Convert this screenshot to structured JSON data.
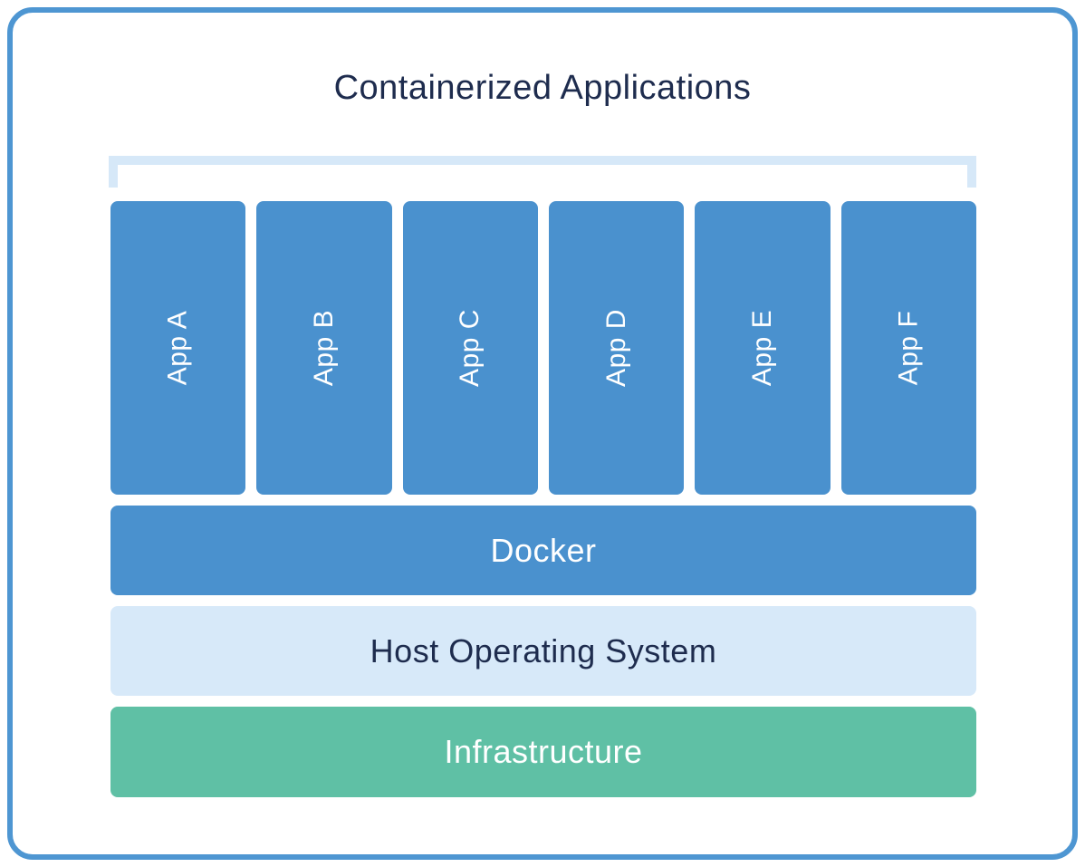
{
  "title": "Containerized Applications",
  "apps": [
    {
      "label": "App A"
    },
    {
      "label": "App B"
    },
    {
      "label": "App C"
    },
    {
      "label": "App D"
    },
    {
      "label": "App E"
    },
    {
      "label": "App F"
    }
  ],
  "layers": [
    {
      "id": "docker",
      "label": "Docker",
      "bg": "#4a91ce",
      "fg": "#ffffff"
    },
    {
      "id": "host-os",
      "label": "Host Operating System",
      "bg": "#d7e9f9",
      "fg": "#1e2c4e"
    },
    {
      "id": "infrastructure",
      "label": "Infrastructure",
      "bg": "#5fc0a5",
      "fg": "#ffffff"
    }
  ],
  "colors": {
    "accent_blue": "#4a91ce",
    "light_blue": "#d6e8f8",
    "green": "#5fc0a5",
    "navy_text": "#1e2c4e",
    "border_blue": "#4e96d2",
    "background": "#ffffff"
  }
}
